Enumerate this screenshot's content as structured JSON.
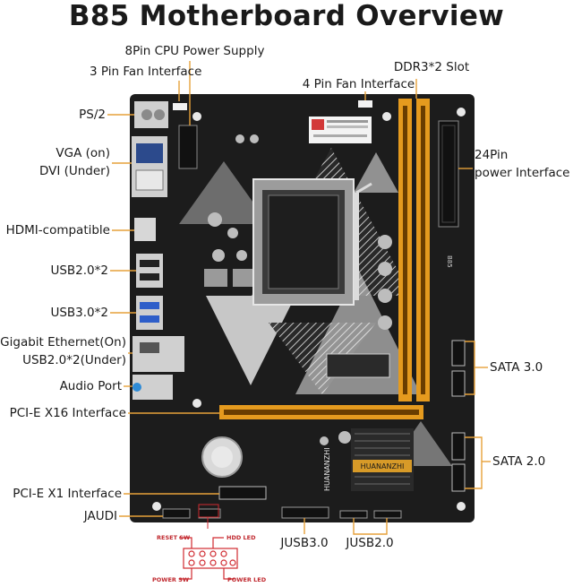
{
  "title": "B85 Motherboard Overview",
  "colors": {
    "board": "#1c1c1c",
    "slot": "#e59a1e",
    "lead": "#e6a13a",
    "led_red": "#d02a30",
    "silver": "#cfcfcf"
  },
  "board_text": {
    "chipset_brand": "HUANANZHI",
    "chipset_brand_side": "HUANANZHI",
    "model_mark": "B85"
  },
  "labels": {
    "cpu_power": "8Pin CPU Power Supply",
    "fan3": "3 Pin Fan Interface",
    "ddr3": "DDR3*2 Slot",
    "fan4": "4 Pin Fan Interface",
    "ps2": "PS/2",
    "vga_line1": "VGA (on)",
    "vga_line2": "DVI (Under)",
    "power24_line1": "24Pin",
    "power24_line2": "power Interface",
    "hdmi": "HDMI-compatible",
    "usb2": "USB2.0*2",
    "usb3": "USB3.0*2",
    "ethernet_line1": "Gigabit Ethernet(On)",
    "ethernet_line2": "USB2.0*2(Under)",
    "sata3": "SATA 3.0",
    "audio": "Audio Port",
    "pcie16": "PCI-E X16 Interface",
    "sata2": "SATA 2.0",
    "pcie1": "PCI-E X1 Interface",
    "jaudi": "JAUDI",
    "jusb3": "JUSB3.0",
    "jusb2": "JUSB2.0"
  },
  "front_panel": {
    "reset_sw": "RESET SW",
    "hdd_led": "HDD LED",
    "power_sw": "POWER SW",
    "power_led": "POWER LED"
  }
}
